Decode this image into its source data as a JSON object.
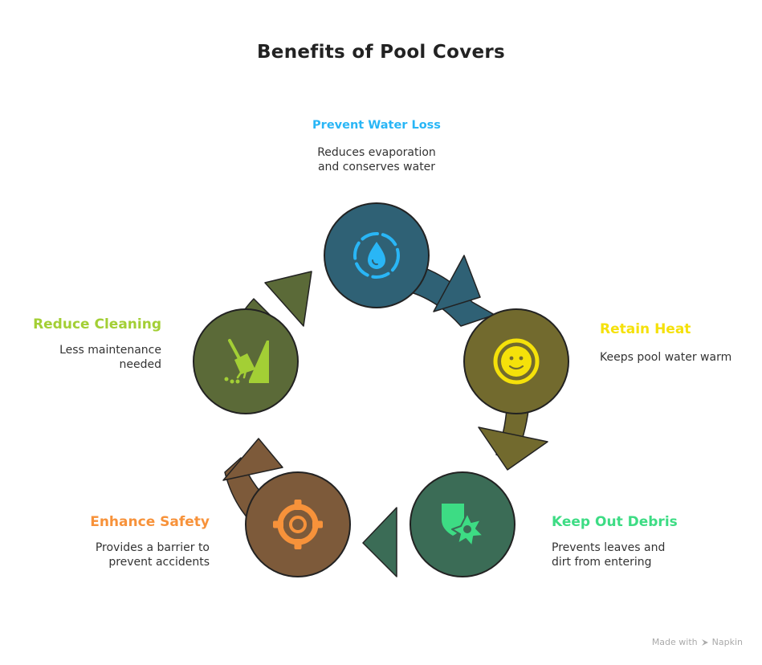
{
  "title": "Benefits of Pool Covers",
  "colors": {
    "water": "#2f6175",
    "heat": "#726a2e",
    "debris": "#3b6c56",
    "safety": "#7d5a3a",
    "cleaning": "#5b6a38",
    "label_water": "#29b6f6",
    "label_heat": "#f5e10a",
    "label_debris": "#3ddc84",
    "label_safety": "#f7923a",
    "label_cleaning": "#a3cf35"
  },
  "steps": [
    {
      "name": "Prevent Water Loss",
      "lines": [
        "Reduces evaporation",
        "and conserves water"
      ],
      "icon": "water-drop-icon"
    },
    {
      "name": "Retain Heat",
      "lines": [
        "Keeps pool water warm"
      ],
      "icon": "smiley-icon"
    },
    {
      "name": "Keep Out Debris",
      "lines": [
        "Prevents leaves and",
        "dirt from entering"
      ],
      "icon": "shield-splash-icon"
    },
    {
      "name": "Enhance Safety",
      "lines": [
        "Provides a barrier to",
        "prevent accidents"
      ],
      "icon": "lifebuoy-icon"
    },
    {
      "name": "Reduce Cleaning",
      "lines": [
        "Less maintenance",
        "needed"
      ],
      "icon": "broom-icon"
    }
  ],
  "footer": {
    "made_with": "Made with",
    "brand": "Napkin"
  }
}
